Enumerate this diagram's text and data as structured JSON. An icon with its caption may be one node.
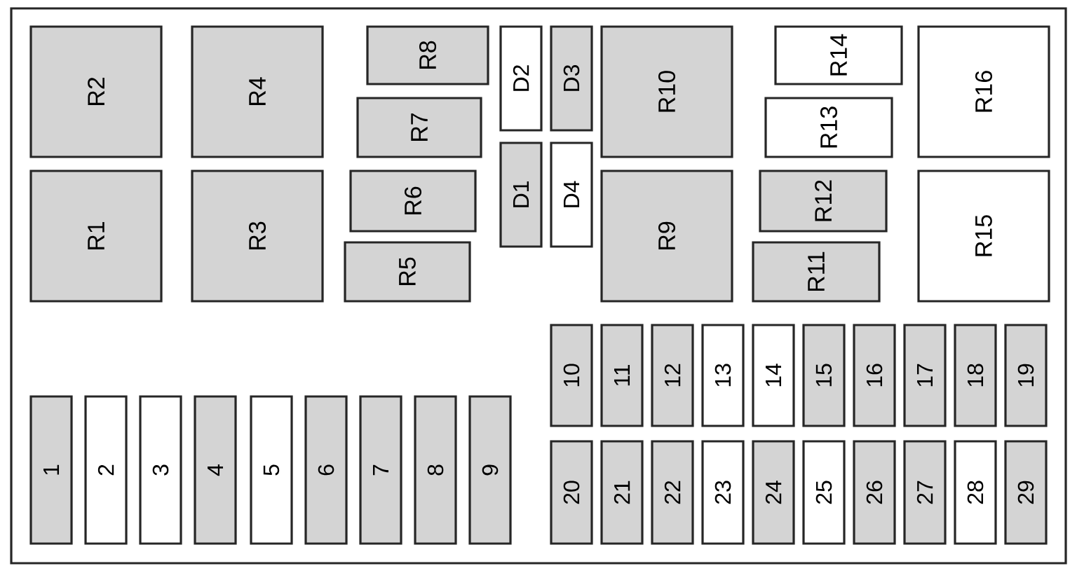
{
  "diagram": {
    "nodes": [
      {
        "text": [],
        "shape": "box"
      },
      {
        "text": [
          "R2"
        ],
        "in": 0
      },
      {
        "text": [
          "R4"
        ],
        "in": 0
      },
      {
        "text": [
          "R8"
        ],
        "in": 0
      },
      {
        "text": [
          "D2"
        ],
        "in": 0
      },
      {
        "text": [
          "D3"
        ],
        "in": 0
      },
      {
        "text": [
          "R10"
        ],
        "in": 0
      },
      {
        "text": [
          "R14"
        ],
        "in": 0
      },
      {
        "text": [
          "R16"
        ],
        "in": 0
      },
      {
        "text": [
          "R7"
        ],
        "in": 0
      },
      {
        "text": [
          "R13"
        ],
        "in": 0
      },
      {
        "text": [
          "R1"
        ],
        "in": 0
      },
      {
        "text": [
          "R3"
        ],
        "in": 0
      },
      {
        "text": [
          "R6"
        ],
        "in": 0
      },
      {
        "text": [
          "D1"
        ],
        "in": 0
      },
      {
        "text": [
          "D4"
        ],
        "in": 0
      },
      {
        "text": [
          "R9"
        ],
        "in": 0
      },
      {
        "text": [
          "R12"
        ],
        "in": 0
      },
      {
        "text": [
          "R15"
        ],
        "in": 0
      },
      {
        "text": [
          "R5"
        ],
        "in": 0
      },
      {
        "text": [
          "R11"
        ],
        "in": 0
      },
      {
        "text": [
          "10"
        ],
        "in": 0
      },
      {
        "text": [
          "11"
        ],
        "in": 0
      },
      {
        "text": [
          "12"
        ],
        "in": 0
      },
      {
        "text": [
          "13"
        ],
        "in": 0
      },
      {
        "text": [
          "14"
        ],
        "in": 0
      },
      {
        "text": [
          "15"
        ],
        "in": 0
      },
      {
        "text": [
          "16"
        ],
        "in": 0
      },
      {
        "text": [
          "17"
        ],
        "in": 0
      },
      {
        "text": [
          "18"
        ],
        "in": 0
      },
      {
        "text": [
          "19"
        ],
        "in": 0
      },
      {
        "text": [
          "1"
        ],
        "in": 0
      },
      {
        "text": [
          "2"
        ],
        "in": 0
      },
      {
        "text": [
          "3"
        ],
        "in": 0
      },
      {
        "text": [
          "4"
        ],
        "in": 0
      },
      {
        "text": [
          "5"
        ],
        "in": 0
      },
      {
        "text": [
          "6"
        ],
        "in": 0
      },
      {
        "text": [
          "7"
        ],
        "in": 0
      },
      {
        "text": [
          "8"
        ],
        "in": 0
      },
      {
        "text": [
          "9"
        ],
        "in": 0
      },
      {
        "text": [
          "20"
        ],
        "in": 0
      },
      {
        "text": [
          "21"
        ],
        "in": 0
      },
      {
        "text": [
          "22"
        ],
        "in": 0
      },
      {
        "text": [
          "23"
        ],
        "in": 0
      },
      {
        "text": [
          "24"
        ],
        "in": 0
      },
      {
        "text": [
          "25"
        ],
        "in": 0
      },
      {
        "text": [
          "26"
        ],
        "in": 0
      },
      {
        "text": [
          "27"
        ],
        "in": 0
      },
      {
        "text": [
          "28"
        ],
        "in": 0
      },
      {
        "text": [
          "29"
        ],
        "in": 0
      }
    ]
  }
}
